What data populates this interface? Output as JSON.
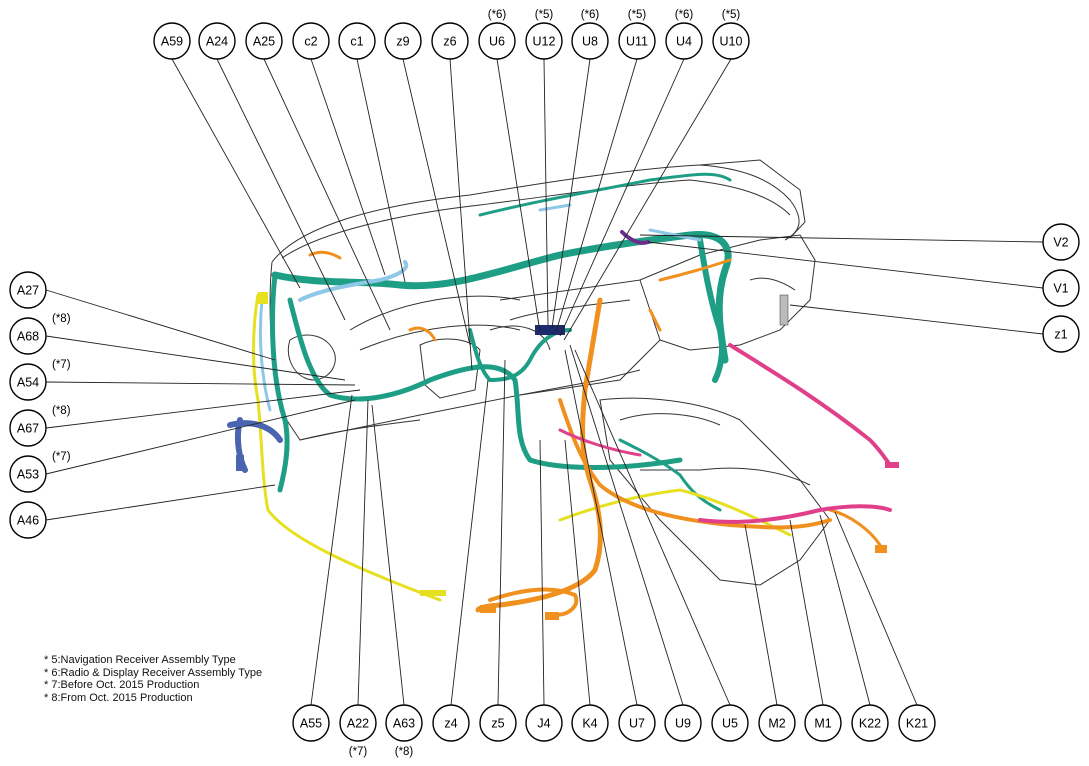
{
  "top_connectors": [
    {
      "id": "A59",
      "note": ""
    },
    {
      "id": "A24",
      "note": ""
    },
    {
      "id": "A25",
      "note": ""
    },
    {
      "id": "c2",
      "note": ""
    },
    {
      "id": "c1",
      "note": ""
    },
    {
      "id": "z9",
      "note": ""
    },
    {
      "id": "z6",
      "note": ""
    },
    {
      "id": "U6",
      "note": "(*6)"
    },
    {
      "id": "U12",
      "note": "(*5)"
    },
    {
      "id": "U8",
      "note": "(*6)"
    },
    {
      "id": "U11",
      "note": "(*5)"
    },
    {
      "id": "U4",
      "note": "(*6)"
    },
    {
      "id": "U10",
      "note": "(*5)"
    }
  ],
  "left_connectors": [
    {
      "id": "A27",
      "note": ""
    },
    {
      "id": "A68",
      "note": "(*8)"
    },
    {
      "id": "A54",
      "note": "(*7)"
    },
    {
      "id": "A67",
      "note": "(*8)"
    },
    {
      "id": "A53",
      "note": "(*7)"
    },
    {
      "id": "A46",
      "note": ""
    }
  ],
  "right_connectors": [
    {
      "id": "V2",
      "note": ""
    },
    {
      "id": "V1",
      "note": ""
    },
    {
      "id": "z1",
      "note": ""
    }
  ],
  "bottom_connectors": [
    {
      "id": "A55",
      "note": ""
    },
    {
      "id": "A22",
      "note": "(*7)"
    },
    {
      "id": "A63",
      "note": "(*8)"
    },
    {
      "id": "z4",
      "note": ""
    },
    {
      "id": "z5",
      "note": ""
    },
    {
      "id": "J4",
      "note": ""
    },
    {
      "id": "K4",
      "note": ""
    },
    {
      "id": "U7",
      "note": ""
    },
    {
      "id": "U9",
      "note": ""
    },
    {
      "id": "U5",
      "note": ""
    },
    {
      "id": "M2",
      "note": ""
    },
    {
      "id": "M1",
      "note": ""
    },
    {
      "id": "K22",
      "note": ""
    },
    {
      "id": "K21",
      "note": ""
    }
  ],
  "notes": [
    "* 5:Navigation Receiver Assembly Type",
    "* 6:Radio & Display Receiver Assembly Type",
    "* 7:Before Oct. 2015 Production",
    "* 8:From Oct. 2015 Production"
  ],
  "colors": {
    "harness_main": "#1f9e86",
    "harness_orange": "#f0901e",
    "harness_yellow": "#e6e020",
    "harness_pink": "#e0408a",
    "harness_blue": "#8ec8e8",
    "harness_purple": "#6a2d8c",
    "harness_navy": "#4a64b0",
    "outline": "#333333",
    "callout_line": "#222222"
  }
}
